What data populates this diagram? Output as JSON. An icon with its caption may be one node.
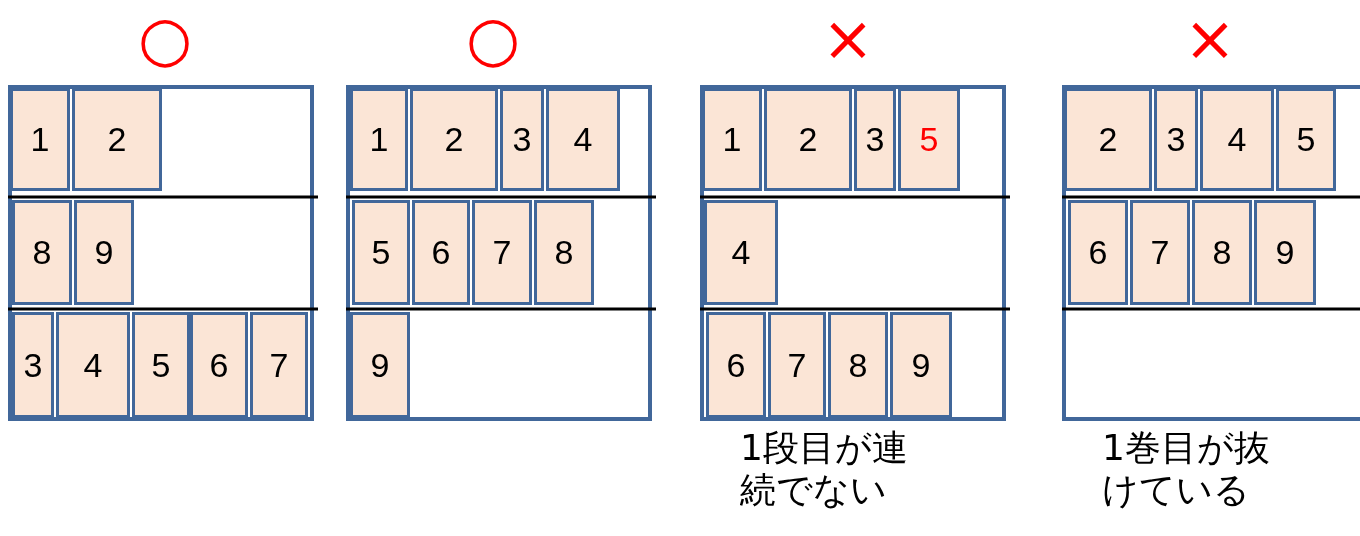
{
  "diagram": {
    "nodes": [
      {
        "text": [],
        "shape": "box"
      },
      {
        "text": [
          "1"
        ],
        "in": 0
      },
      {
        "text": [
          "2"
        ],
        "in": 0
      },
      {
        "text": [
          "8"
        ],
        "in": 0
      },
      {
        "text": [
          "9"
        ],
        "in": 0
      },
      {
        "text": [
          "3"
        ],
        "in": 0
      },
      {
        "text": [
          "4"
        ],
        "in": 0
      },
      {
        "text": [
          "5"
        ],
        "in": 0
      },
      {
        "text": [
          "6"
        ],
        "in": 0
      },
      {
        "text": [
          "7"
        ],
        "in": 0
      },
      {
        "text": [],
        "shape": "box"
      },
      {
        "text": [
          "1"
        ],
        "in": 10
      },
      {
        "text": [
          "2"
        ],
        "in": 10
      },
      {
        "text": [
          "3"
        ],
        "in": 10
      },
      {
        "text": [
          "4"
        ],
        "in": 10
      },
      {
        "text": [
          "5"
        ],
        "in": 10
      },
      {
        "text": [
          "6"
        ],
        "in": 10
      },
      {
        "text": [
          "7"
        ],
        "in": 10
      },
      {
        "text": [
          "8"
        ],
        "in": 10
      },
      {
        "text": [
          "9"
        ],
        "in": 10
      },
      {
        "text": [],
        "shape": "box",
        "beside": [
          "1段目が連続でない"
        ]
      },
      {
        "text": [
          "1"
        ],
        "in": 20
      },
      {
        "text": [
          "2"
        ],
        "in": 20
      },
      {
        "text": [
          "3"
        ],
        "in": 20
      },
      {
        "text": [
          "5"
        ],
        "in": 20
      },
      {
        "text": [
          "4"
        ],
        "in": 20
      },
      {
        "text": [
          "6"
        ],
        "in": 20
      },
      {
        "text": [
          "7"
        ],
        "in": 20
      },
      {
        "text": [
          "8"
        ],
        "in": 20
      },
      {
        "text": [
          "9"
        ],
        "in": 20
      },
      {
        "text": [],
        "shape": "box",
        "beside": [
          "1巻目が抜けている"
        ]
      },
      {
        "text": [
          "2"
        ],
        "in": 30
      },
      {
        "text": [
          "3"
        ],
        "in": 30
      },
      {
        "text": [
          "4"
        ],
        "in": 30
      },
      {
        "text": [
          "5"
        ],
        "in": 30
      },
      {
        "text": [
          "6"
        ],
        "in": 30
      },
      {
        "text": [
          "7"
        ],
        "in": 30
      },
      {
        "text": [
          "8"
        ],
        "in": 30
      },
      {
        "text": [
          "9"
        ],
        "in": 30
      }
    ],
    "labels": [
      "○",
      "○",
      "×",
      "×"
    ]
  }
}
